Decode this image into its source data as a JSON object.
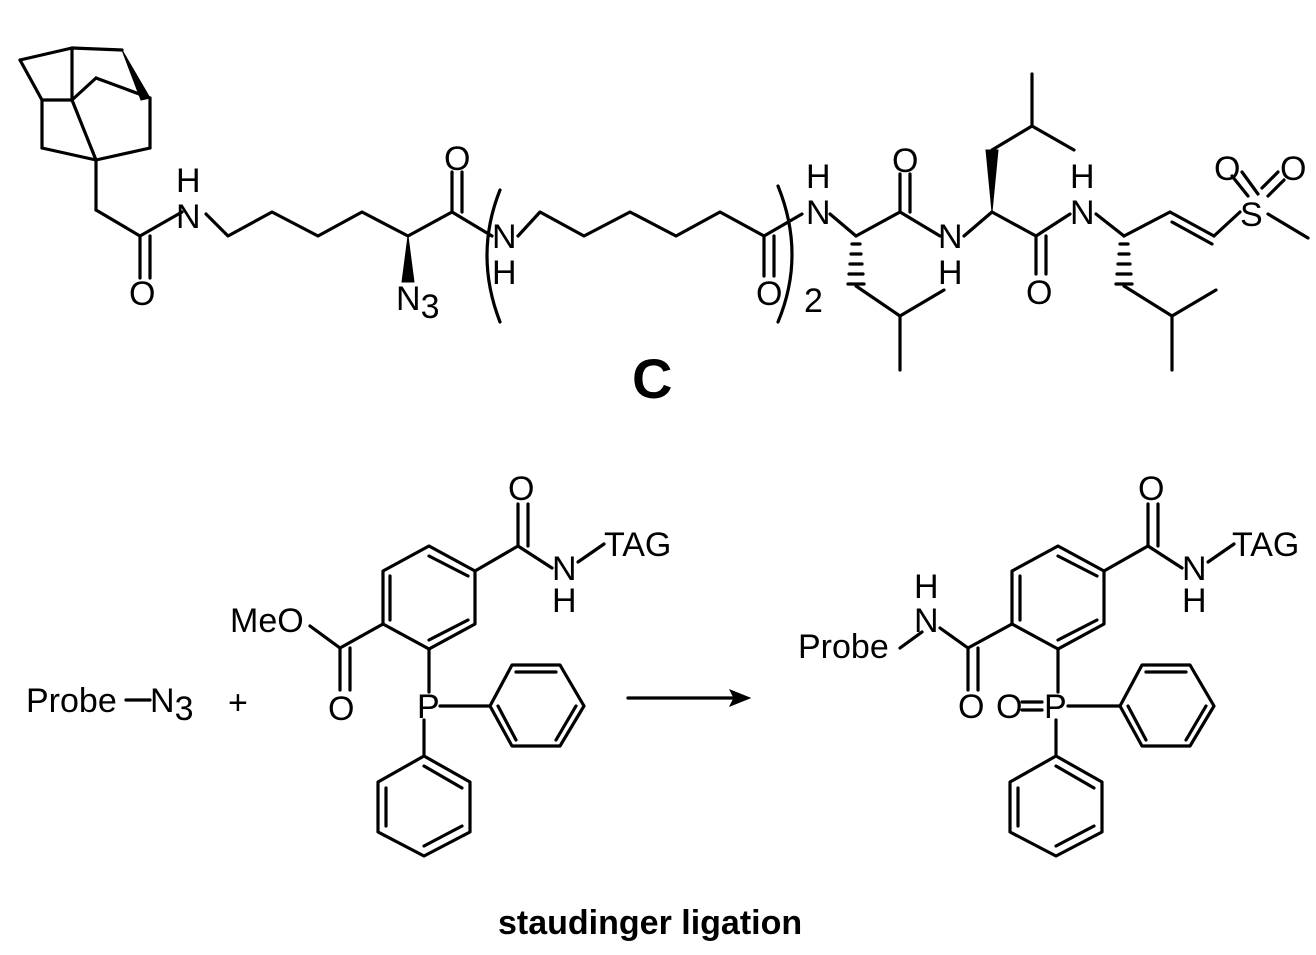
{
  "compound": {
    "label": "C",
    "atoms": {
      "nh_left": "N",
      "h_left": "H",
      "o_amide1": "O",
      "o_lys": "O",
      "n3_main": "N",
      "n3_sub": "3",
      "nh_ahx": "N",
      "h_ahx": "H",
      "o_ahx": "O",
      "repeat_n": "2",
      "nh_leu1": "N",
      "h_leu1": "H",
      "o_leu1": "O",
      "nh_leu2": "N",
      "h_leu2": "H",
      "o_leu2": "O",
      "nh_leu3": "N",
      "h_leu3": "H",
      "s": "S",
      "o_s1": "O",
      "o_s2": "O"
    }
  },
  "reaction": {
    "reactant": {
      "probe": "Probe",
      "n": "N",
      "sub": "3",
      "plus": "+"
    },
    "phosphine": {
      "meo": "MeO",
      "o_ester": "O",
      "o_amide": "O",
      "n": "N",
      "h": "H",
      "tag": "TAG",
      "p": "P"
    },
    "product": {
      "probe": "Probe",
      "n_probe": "N",
      "h_probe": "H",
      "o_amide_left": "O",
      "o_p": "O",
      "p": "P",
      "o_amide_right": "O",
      "n": "N",
      "h": "H",
      "tag": "TAG"
    }
  },
  "caption": "staudinger ligation"
}
